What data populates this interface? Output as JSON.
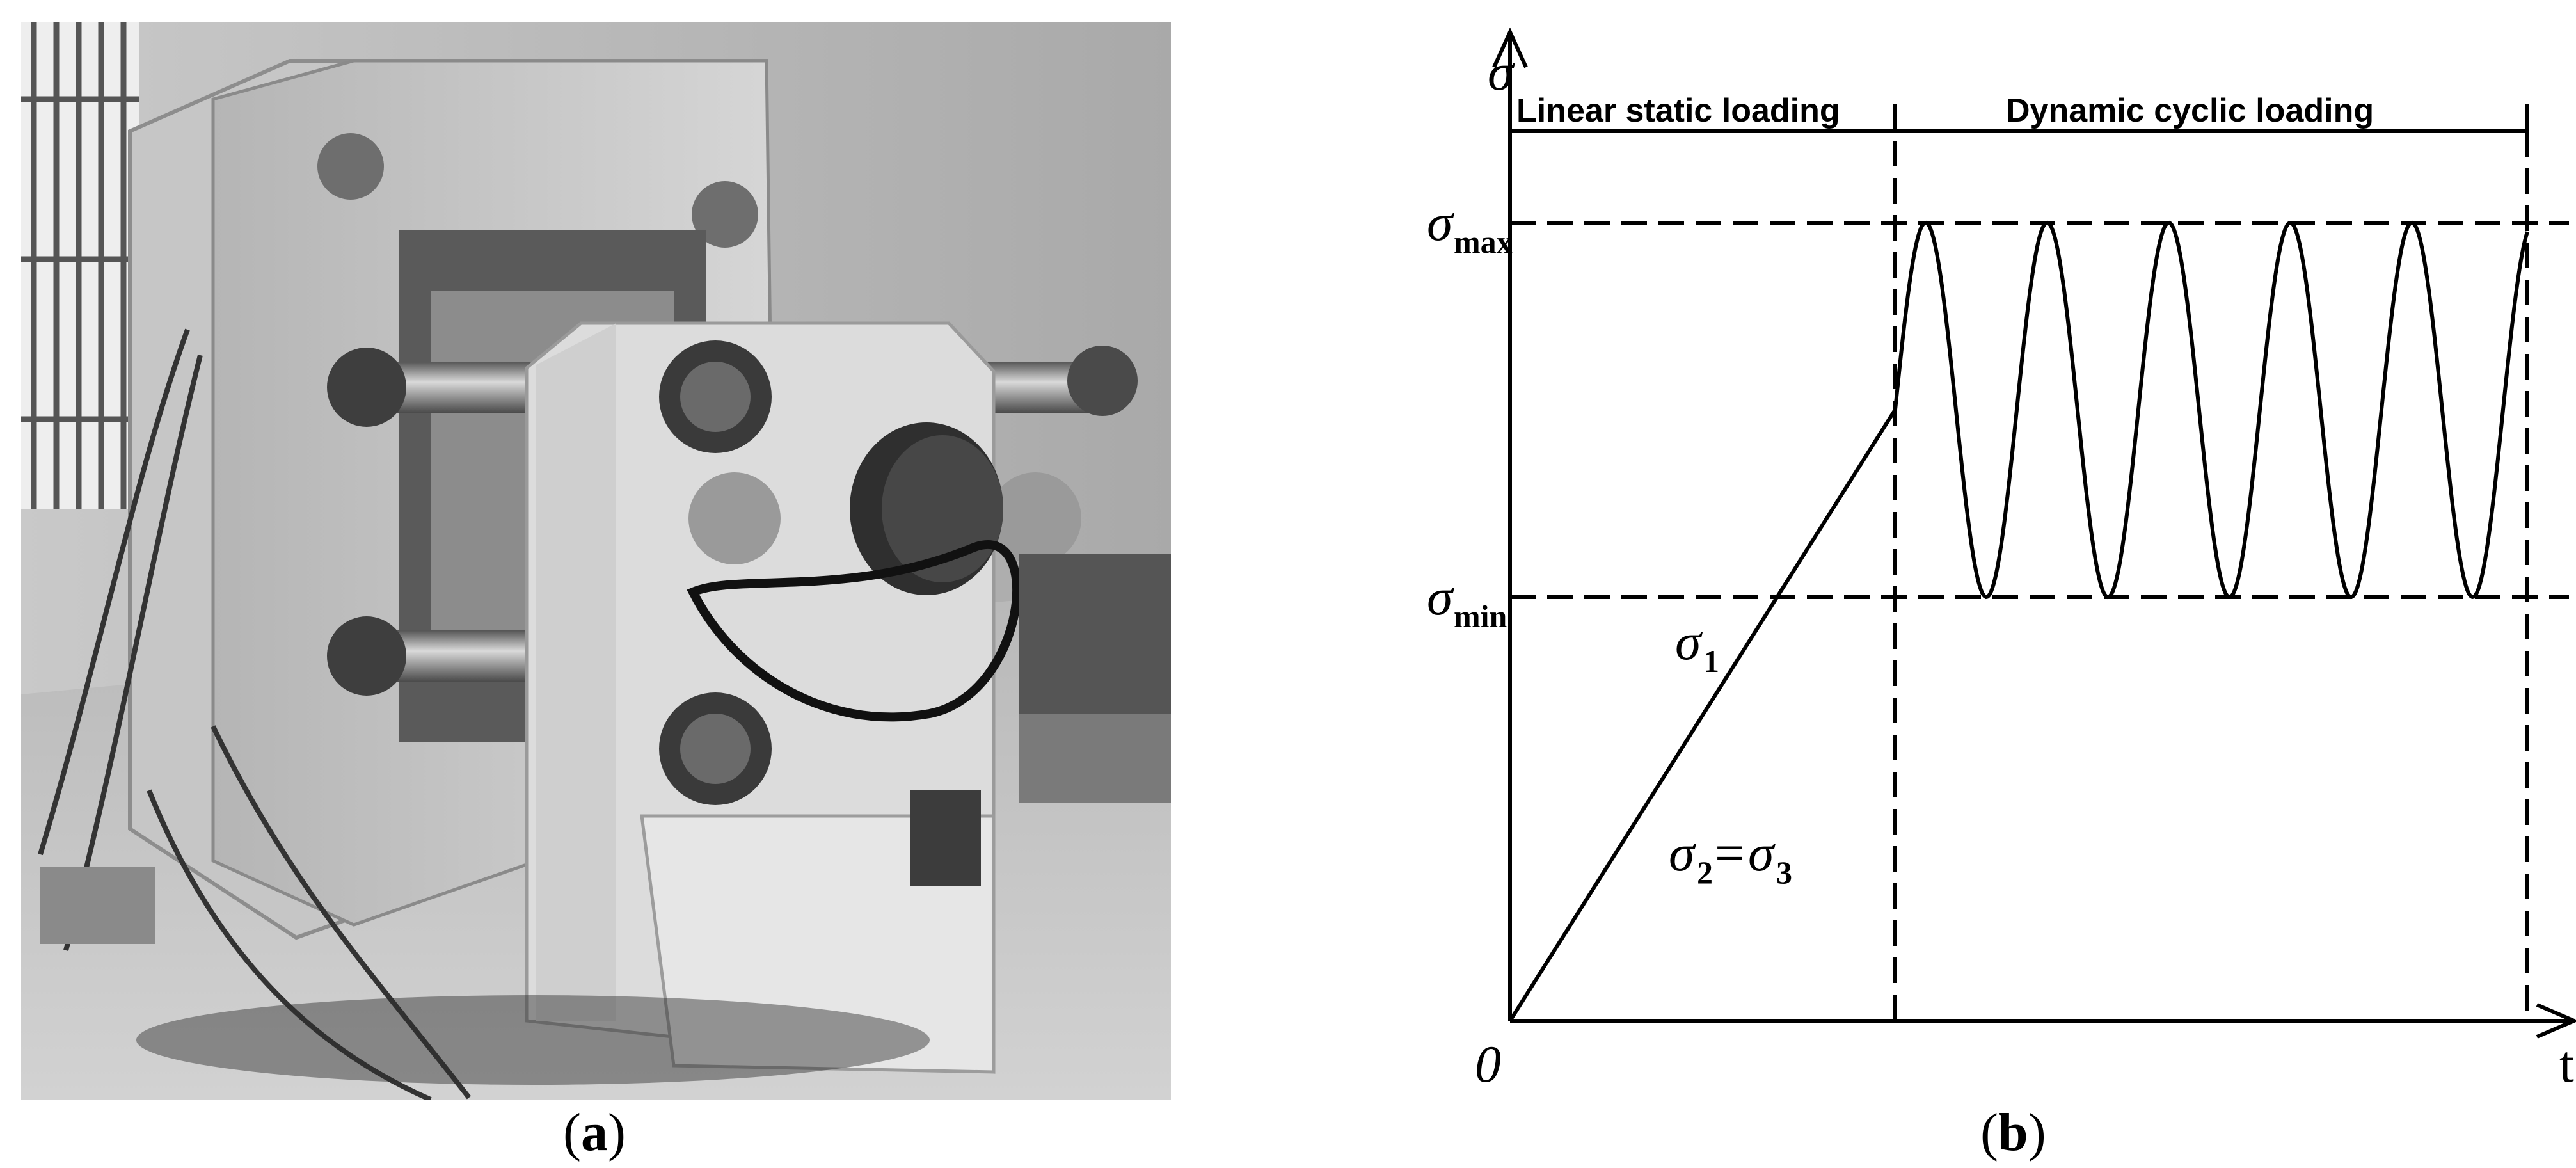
{
  "panels": {
    "a": {
      "caption_open": "(",
      "caption_letter": "a",
      "caption_close": ")"
    },
    "b": {
      "caption_open": "(",
      "caption_letter": "b",
      "caption_close": ")",
      "y_axis_symbol": "σ",
      "x_axis_symbol": "t",
      "origin_label": "0",
      "phase_static": "Linear static loading",
      "phase_dynamic": "Dynamic cyclic loading",
      "sigma_max_base": "σ",
      "sigma_max_sub": "max",
      "sigma_min_base": "σ",
      "sigma_min_sub": "min",
      "sigma1_base": "σ",
      "sigma1_sub": "1",
      "sigma23_a_base": "σ",
      "sigma23_a_sub": "2",
      "sigma23_eq": "=",
      "sigma23_b_base": "σ",
      "sigma23_b_sub": "3",
      "cycles_shown": 5.2
    }
  }
}
